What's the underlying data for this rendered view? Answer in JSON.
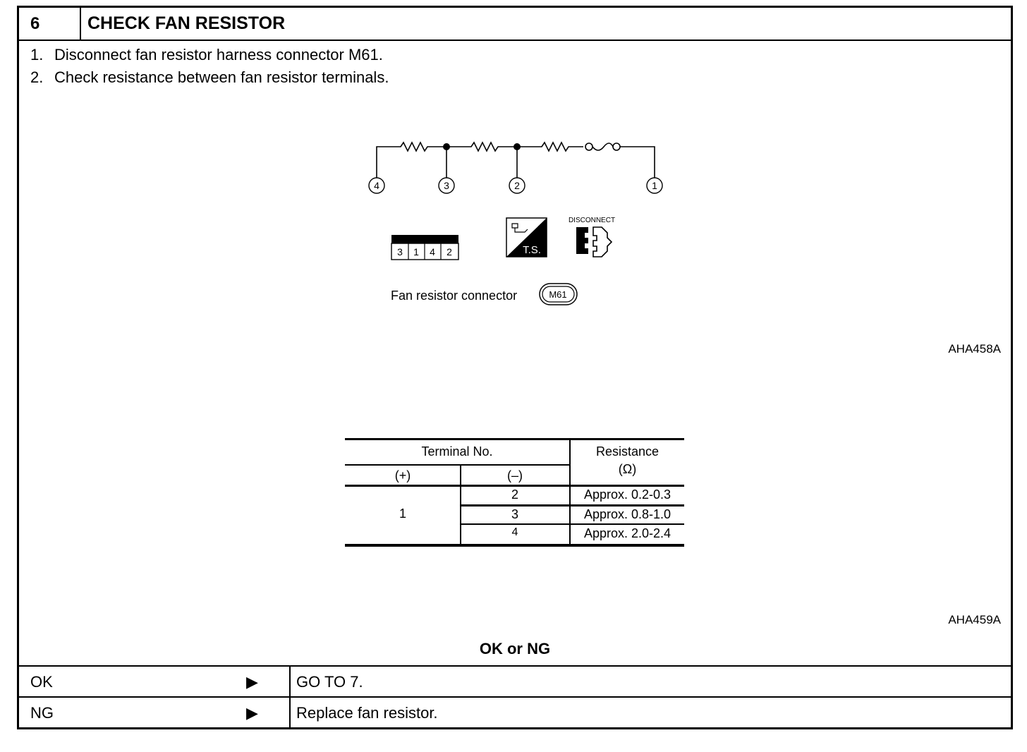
{
  "header": {
    "step": "6",
    "title": "CHECK FAN RESISTOR"
  },
  "instructions": [
    {
      "num": "1.",
      "text": "Disconnect fan resistor harness connector M61."
    },
    {
      "num": "2.",
      "text": "Check resistance between fan resistor terminals."
    }
  ],
  "circuit": {
    "terminals": [
      "4",
      "3",
      "2",
      "1"
    ],
    "connector_pins": [
      "3",
      "1",
      "4",
      "2"
    ],
    "ts_label": "T.S.",
    "disconnect_label": "DISCONNECT",
    "connector_caption": "Fan resistor connector",
    "connector_id": "M61",
    "figure_id": "AHA458A"
  },
  "resistance_table": {
    "terminal_header": "Terminal No.",
    "plus_header": "(+)",
    "minus_header": "(–)",
    "resistance_header": "Resistance",
    "unit": "(Ω)",
    "plus_terminal": "1",
    "rows": [
      {
        "minus": "2",
        "resistance": "Approx. 0.2-0.3"
      },
      {
        "minus": "3",
        "resistance": "Approx. 0.8-1.0"
      },
      {
        "minus": "4",
        "resistance": "Approx. 2.0-2.4"
      }
    ],
    "figure_id": "AHA459A"
  },
  "decision": {
    "prompt": "OK or NG",
    "arrow": "▶",
    "rows": [
      {
        "result": "OK",
        "action": "GO TO 7."
      },
      {
        "result": "NG",
        "action": "Replace fan resistor."
      }
    ]
  }
}
